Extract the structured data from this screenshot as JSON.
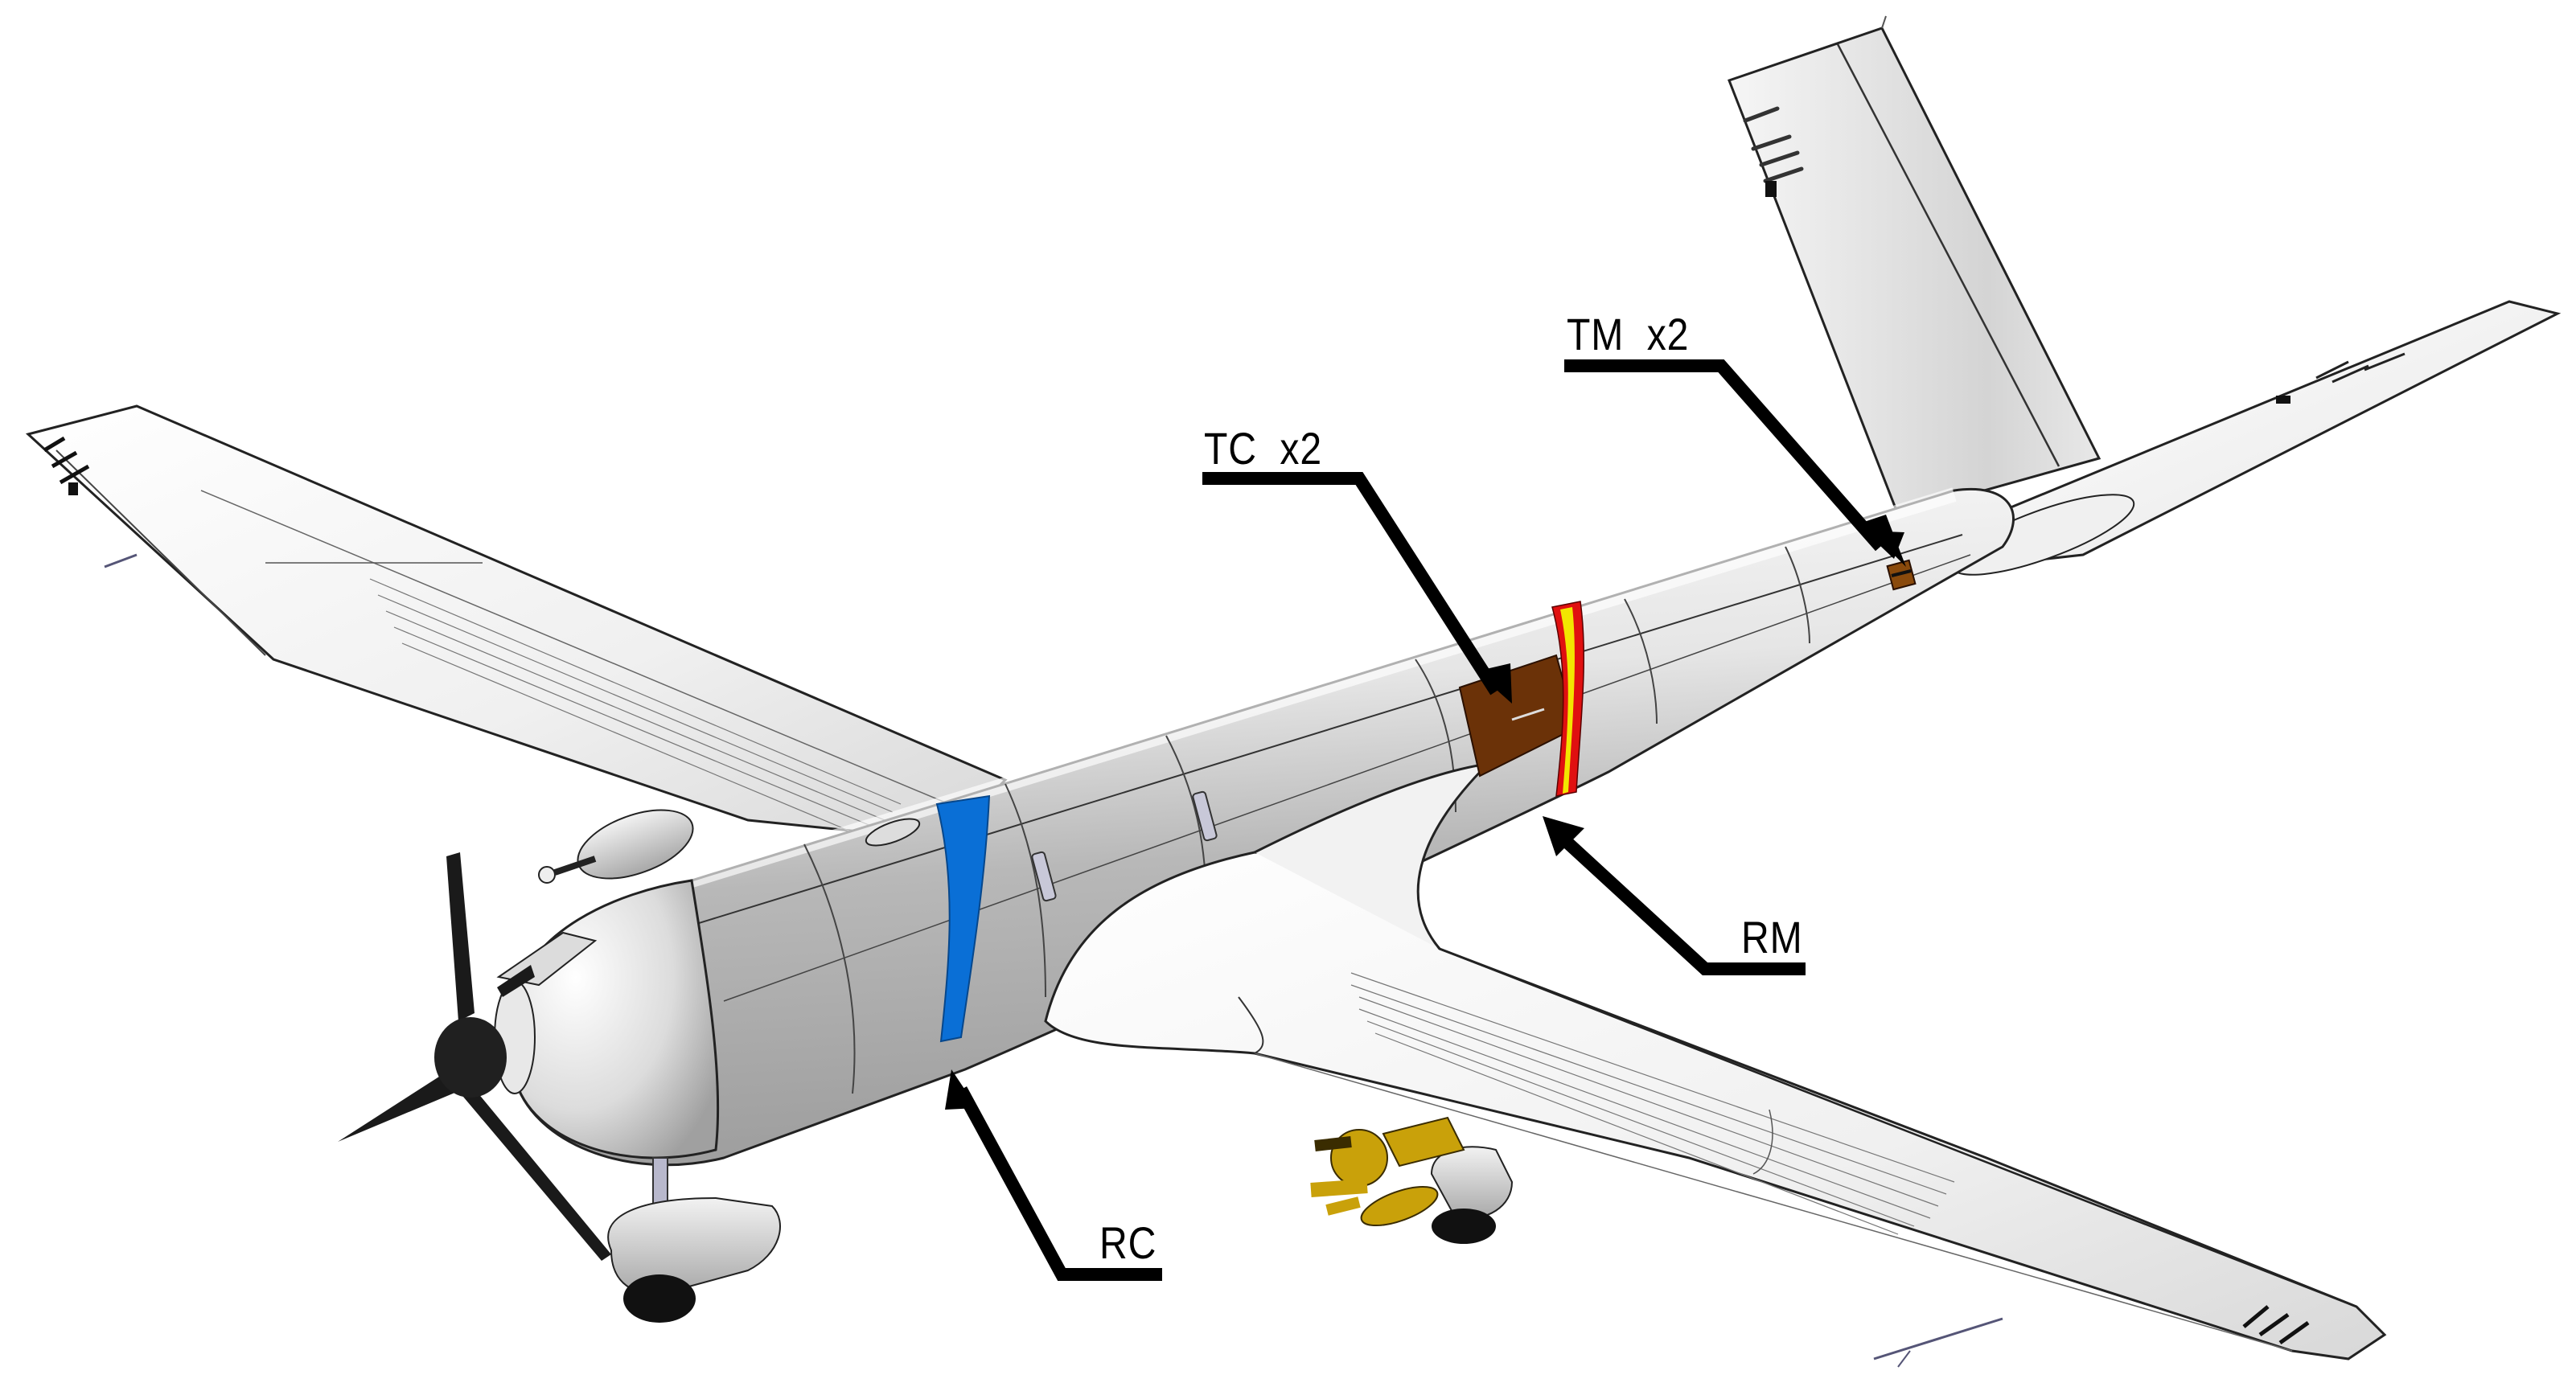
{
  "figure": {
    "subject": "Fixed-wing UAV isometric CAD view with propeller, landing gear, underwing payload and sensor callouts",
    "background_color": "#ffffff",
    "colors": {
      "airframe_light": "#f4f4f4",
      "airframe_mid": "#d9d9d9",
      "airframe_shadow": "#9a9a9a",
      "outline": "#222222",
      "propeller": "#1a1a1a",
      "rc_band": "#0a6fd6",
      "rm_band_outer": "#e01010",
      "rm_band_inner": "#f2e600",
      "sensor_patch": "#6b3208",
      "payload": "#c9a10a",
      "callout": "#000000"
    }
  },
  "callouts": [
    {
      "id": "tm",
      "label": "TM  x2",
      "target": "small brown sensor on rear fuselage near tail"
    },
    {
      "id": "tc",
      "label": "TC  x2",
      "target": "brown sensor patch on mid fuselage"
    },
    {
      "id": "rm",
      "label": "RM",
      "target": "red-yellow band around rear fuselage"
    },
    {
      "id": "rc",
      "label": "RC",
      "target": "blue band around forward fuselage"
    }
  ]
}
